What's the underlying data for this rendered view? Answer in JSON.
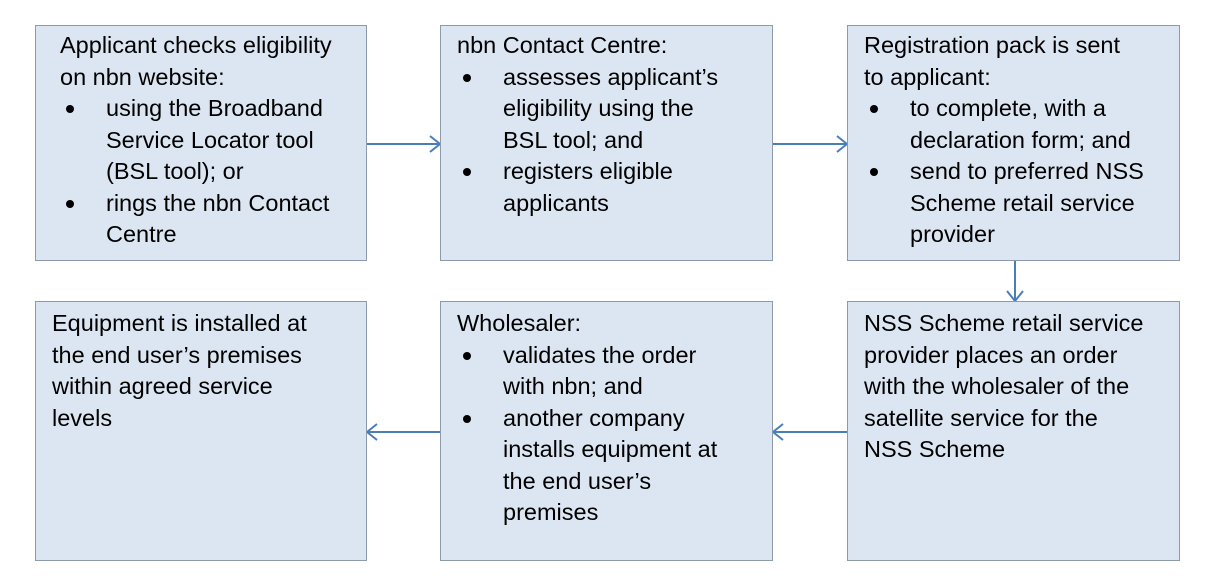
{
  "colors": {
    "box_fill": "#dce6f2",
    "box_border": "#8c9aac",
    "arrow": "#4a7ebb"
  },
  "steps": [
    {
      "head": [
        "Applicant checks eligibility",
        "on nbn website:"
      ],
      "bullets": [
        [
          "using the Broadband",
          "Service Locator tool",
          "(BSL tool); or"
        ],
        [
          "rings the nbn Contact",
          "Centre"
        ]
      ]
    },
    {
      "head": [
        "nbn Contact Centre:"
      ],
      "bullets": [
        [
          "assesses applicant’s",
          "eligibility using the",
          "BSL tool; and"
        ],
        [
          "registers eligible",
          "applicants"
        ]
      ]
    },
    {
      "head": [
        "Registration pack is sent",
        "to applicant:"
      ],
      "bullets": [
        [
          "to complete, with a",
          "declaration form; and"
        ],
        [
          "send to preferred NSS",
          "Scheme retail service",
          "provider"
        ]
      ]
    },
    {
      "head": [
        "NSS Scheme retail service",
        "provider places an order",
        "with the wholesaler of the",
        "satellite service for the",
        "NSS Scheme"
      ],
      "bullets": []
    },
    {
      "head": [
        "Wholesaler:"
      ],
      "bullets": [
        [
          "validates the order",
          "with nbn; and"
        ],
        [
          "another company",
          "installs equipment at",
          "the end user’s",
          "premises"
        ]
      ]
    },
    {
      "head": [
        "Equipment is installed at",
        "the end user’s premises",
        "within agreed service",
        "levels"
      ],
      "bullets": []
    }
  ],
  "arrows": [
    {
      "from": "step-1",
      "to": "step-2",
      "direction": "right"
    },
    {
      "from": "step-2",
      "to": "step-3",
      "direction": "right"
    },
    {
      "from": "step-3",
      "to": "step-4",
      "direction": "down"
    },
    {
      "from": "step-4",
      "to": "step-5",
      "direction": "left"
    },
    {
      "from": "step-5",
      "to": "step-6",
      "direction": "left"
    }
  ]
}
